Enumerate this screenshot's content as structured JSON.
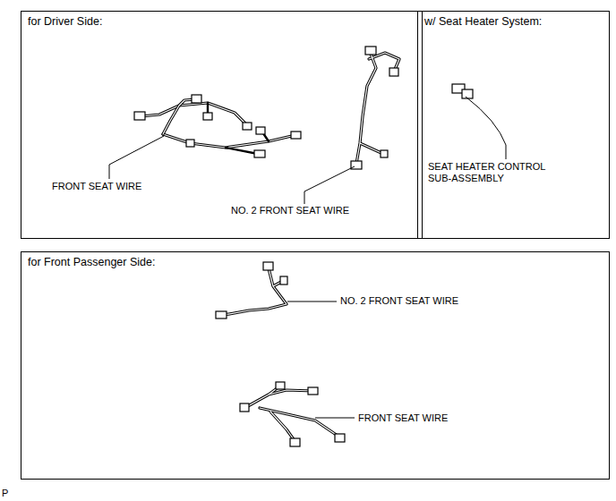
{
  "diagram": {
    "nodes": [
      {
        "text": [
          "for Driver Side:"
        ]
      },
      {
        "text": [
          "w/ Seat Heater System:"
        ]
      },
      {
        "text": [
          "for Front Passenger Side:"
        ]
      }
    ],
    "labels": [
      "FRONT SEAT WIRE",
      "NO. 2 FRONT SEAT WIRE",
      "SEAT HEATER CONTROL SUB-ASSEMBLY",
      "NO. 2 FRONT SEAT WIRE",
      "FRONT SEAT WIRE",
      "P"
    ]
  }
}
